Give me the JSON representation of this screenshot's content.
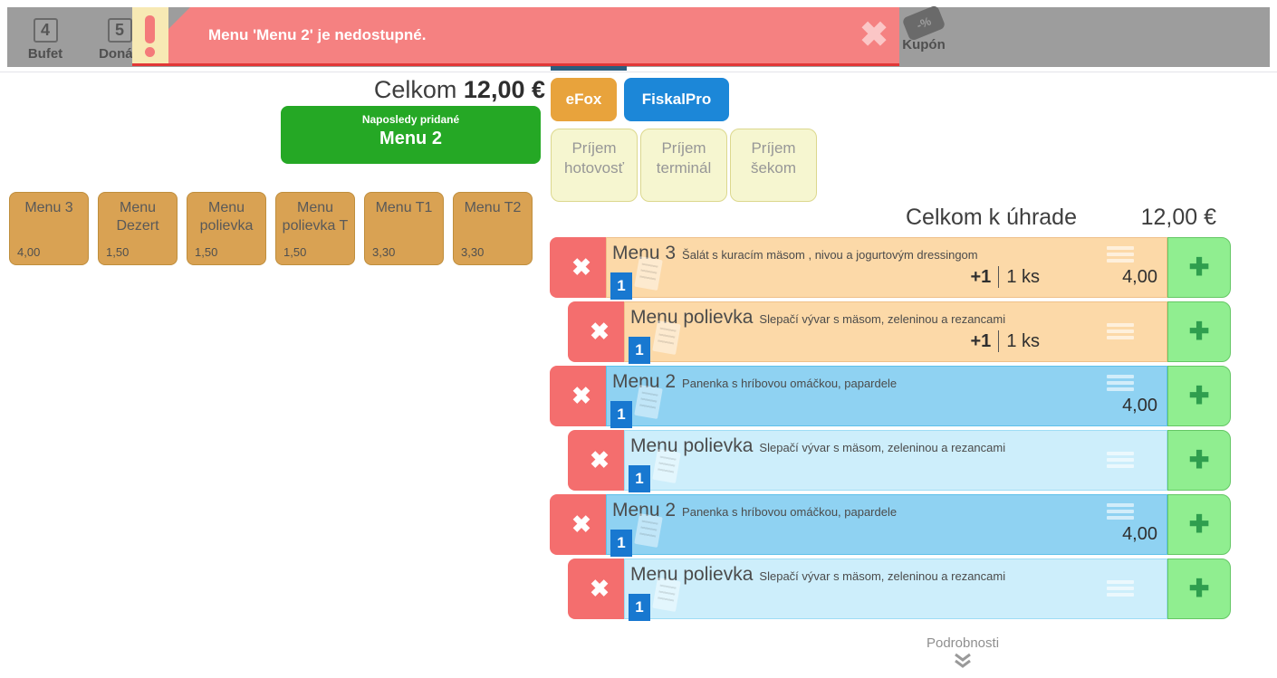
{
  "topbar": {
    "items": [
      {
        "key": "4",
        "label": "Bufet"
      },
      {
        "key": "5",
        "label": "Donáš"
      },
      {
        "key": "-%",
        "label": "Kupón"
      }
    ],
    "notification": {
      "text": "Menu 'Menu 2' je nedostupné.",
      "close_icon": "✖"
    }
  },
  "summary": {
    "label": "Celkom ",
    "amount": "12,00 €"
  },
  "last_added": {
    "caption": "Naposledy pridané",
    "item": "Menu 2"
  },
  "menu_buttons": [
    {
      "name": "Menu 3",
      "price": "4,00"
    },
    {
      "name": "Menu Dezert",
      "price": "1,50"
    },
    {
      "name": "Menu polievka",
      "price": "1,50"
    },
    {
      "name": "Menu polievka T",
      "price": "1,50"
    },
    {
      "name": "Menu T1",
      "price": "3,30"
    },
    {
      "name": "Menu T2",
      "price": "3,30"
    }
  ],
  "fiscal_tabs": [
    {
      "label": "eFox"
    },
    {
      "label": "FiskalPro"
    }
  ],
  "payment_methods": [
    {
      "label": "Príjem hotovosť"
    },
    {
      "label": "Príjem terminál"
    },
    {
      "label": "Príjem šekom"
    }
  ],
  "order": {
    "total_label": "Celkom k úhrade",
    "total_amount": "12,00 €",
    "items": [
      {
        "title": "Menu 3",
        "desc": "Šalát s kuracím mäsom , nivou a jogurtovým dressingom",
        "qty": "1",
        "change": "+1",
        "qty_text": "1 ks",
        "price": "4,00"
      },
      {
        "title": "Menu polievka",
        "desc": "Slepačí vývar s mäsom, zeleninou a rezancami",
        "qty": "1",
        "change": "+1",
        "qty_text": "1 ks"
      },
      {
        "title": "Menu 2",
        "desc": "Panenka s hríbovou omáčkou, papardele",
        "qty": "1",
        "price": "4,00"
      },
      {
        "title": "Menu polievka",
        "desc": "Slepačí vývar s mäsom, zeleninou a rezancami",
        "qty": "1"
      },
      {
        "title": "Menu 2",
        "desc": "Panenka s hríbovou omáčkou, papardele",
        "qty": "1",
        "price": "4,00"
      },
      {
        "title": "Menu polievka",
        "desc": "Slepačí vývar s mäsom, zeleninou a rezancami",
        "qty": "1"
      }
    ]
  },
  "icons": {
    "delete": "✖",
    "add": "✚"
  },
  "footer": {
    "details_label": "Podrobnosti"
  },
  "colors": {
    "toolbar_gray": "#9d9d9d",
    "banner_pink": "#f58181",
    "banner_tab_yellow": "#f7e9b4",
    "banner_underline_red": "#e23737",
    "last_added_green": "#25a825",
    "menu_tan": "#d9a253",
    "efox_orange": "#e8a33c",
    "fiskalpro_blue": "#1c87d8",
    "payment_cream": "#f6f6d0",
    "row_orange": "#fcd9a8",
    "row_blue": "#8fd2f2",
    "row_lightblue": "#cdeefb",
    "delete_red": "#f46e6e",
    "add_green": "#90ee90",
    "badge_blue": "#1878d0",
    "tab_indicator": "#2b5d7d"
  }
}
